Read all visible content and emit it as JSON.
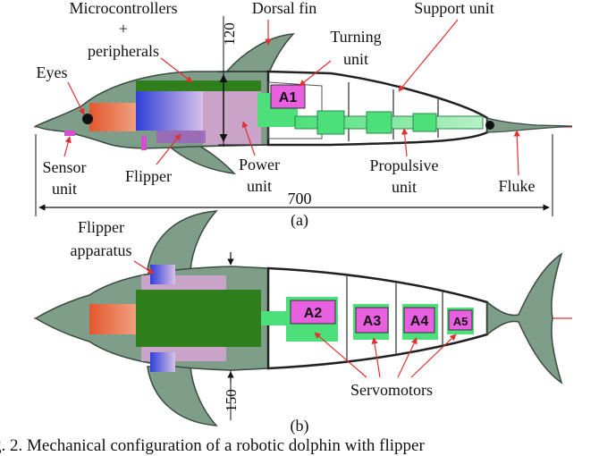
{
  "colors": {
    "body": "#7e9e8a",
    "body_stroke": "#3b4a40",
    "controller": "#2f7f1d",
    "power": "#c9a4c8",
    "battery_blue": "#2f3fd8",
    "sensor": "#e4572e",
    "servo": "#e85fe0",
    "propulsion": "#4de07a",
    "flipper_pad": "#d44fd0",
    "arrow": "#e03030"
  },
  "view_a": {
    "label": "(a)",
    "callouts": {
      "microcontrollers": "Microcontrollers",
      "plus": "+",
      "peripherals": "peripherals",
      "dorsal_fin": "Dorsal fin",
      "support_unit": "Support unit",
      "turning": "Turning",
      "unit": "unit",
      "eyes": "Eyes",
      "sensor": "Sensor",
      "sensor_unit": "unit",
      "flipper": "Flipper",
      "power": "Power",
      "power_unit": "unit",
      "propulsive": "Propulsive",
      "propulsive_unit": "unit",
      "fluke": "Fluke"
    },
    "dimensions": {
      "height": "120",
      "length": "700"
    },
    "servo_labels": [
      "A1"
    ]
  },
  "view_b": {
    "label": "(b)",
    "callouts": {
      "flipper": "Flipper",
      "apparatus": "apparatus",
      "servomotors": "Servomotors"
    },
    "dimensions": {
      "width": "150"
    },
    "servo_labels": [
      "A2",
      "A3",
      "A4",
      "A5"
    ]
  },
  "caption": "g. 2. Mechanical configuration of a robotic dolphin with flipper"
}
